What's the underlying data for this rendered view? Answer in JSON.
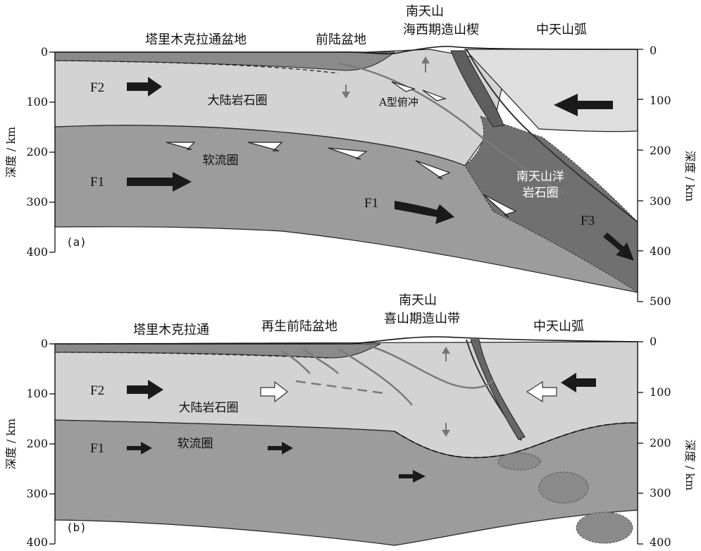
{
  "panel_a": {
    "labels": {
      "tarim": "塔里木克拉通盆地",
      "foreland": "前陆盆地",
      "south_tianshan_1": "南天山",
      "south_tianshan_2": "海西期造山楔",
      "central_tianshan": "中天山弧",
      "lithosphere": "大陆岩石圈",
      "asthenosphere": "软流圈",
      "a_subduction": "A型俯冲",
      "ocean_litho_1": "南天山洋",
      "ocean_litho_2": "岩石圈",
      "panel": "(a)"
    },
    "forces": {
      "f1_left": "F1",
      "f1_right": "F1",
      "f2": "F2",
      "f3": "F3"
    },
    "left_ticks": [
      "0",
      "100",
      "200",
      "300",
      "400"
    ],
    "right_ticks": [
      "0",
      "100",
      "200",
      "300",
      "400",
      "500"
    ],
    "axis_label": "深度 / km"
  },
  "panel_b": {
    "labels": {
      "tarim": "塔里木克拉通",
      "foreland": "再生前陆盆地",
      "south_tianshan_1": "南天山",
      "south_tianshan_2": "喜山期造山带",
      "central_tianshan": "中天山弧",
      "lithosphere": "大陆岩石圈",
      "asthenosphere": "软流圈",
      "panel": "(b)"
    },
    "forces": {
      "f1": "F1",
      "f2": "F2"
    },
    "left_ticks": [
      "0",
      "100",
      "200",
      "300",
      "400"
    ],
    "right_ticks": [
      "0",
      "100",
      "200",
      "300",
      "400"
    ],
    "axis_label": "深度 / km"
  },
  "colors": {
    "lithosphere": "#d2d2d2",
    "central_arc": "#dcdcdc",
    "asthenosphere": "#9a9a9a",
    "ocean_slab": "#6e6e6e",
    "sediment": "#7a7a7a",
    "arrow_dark": "#1a1a1a",
    "fault_gray": "#7a7a7a"
  }
}
